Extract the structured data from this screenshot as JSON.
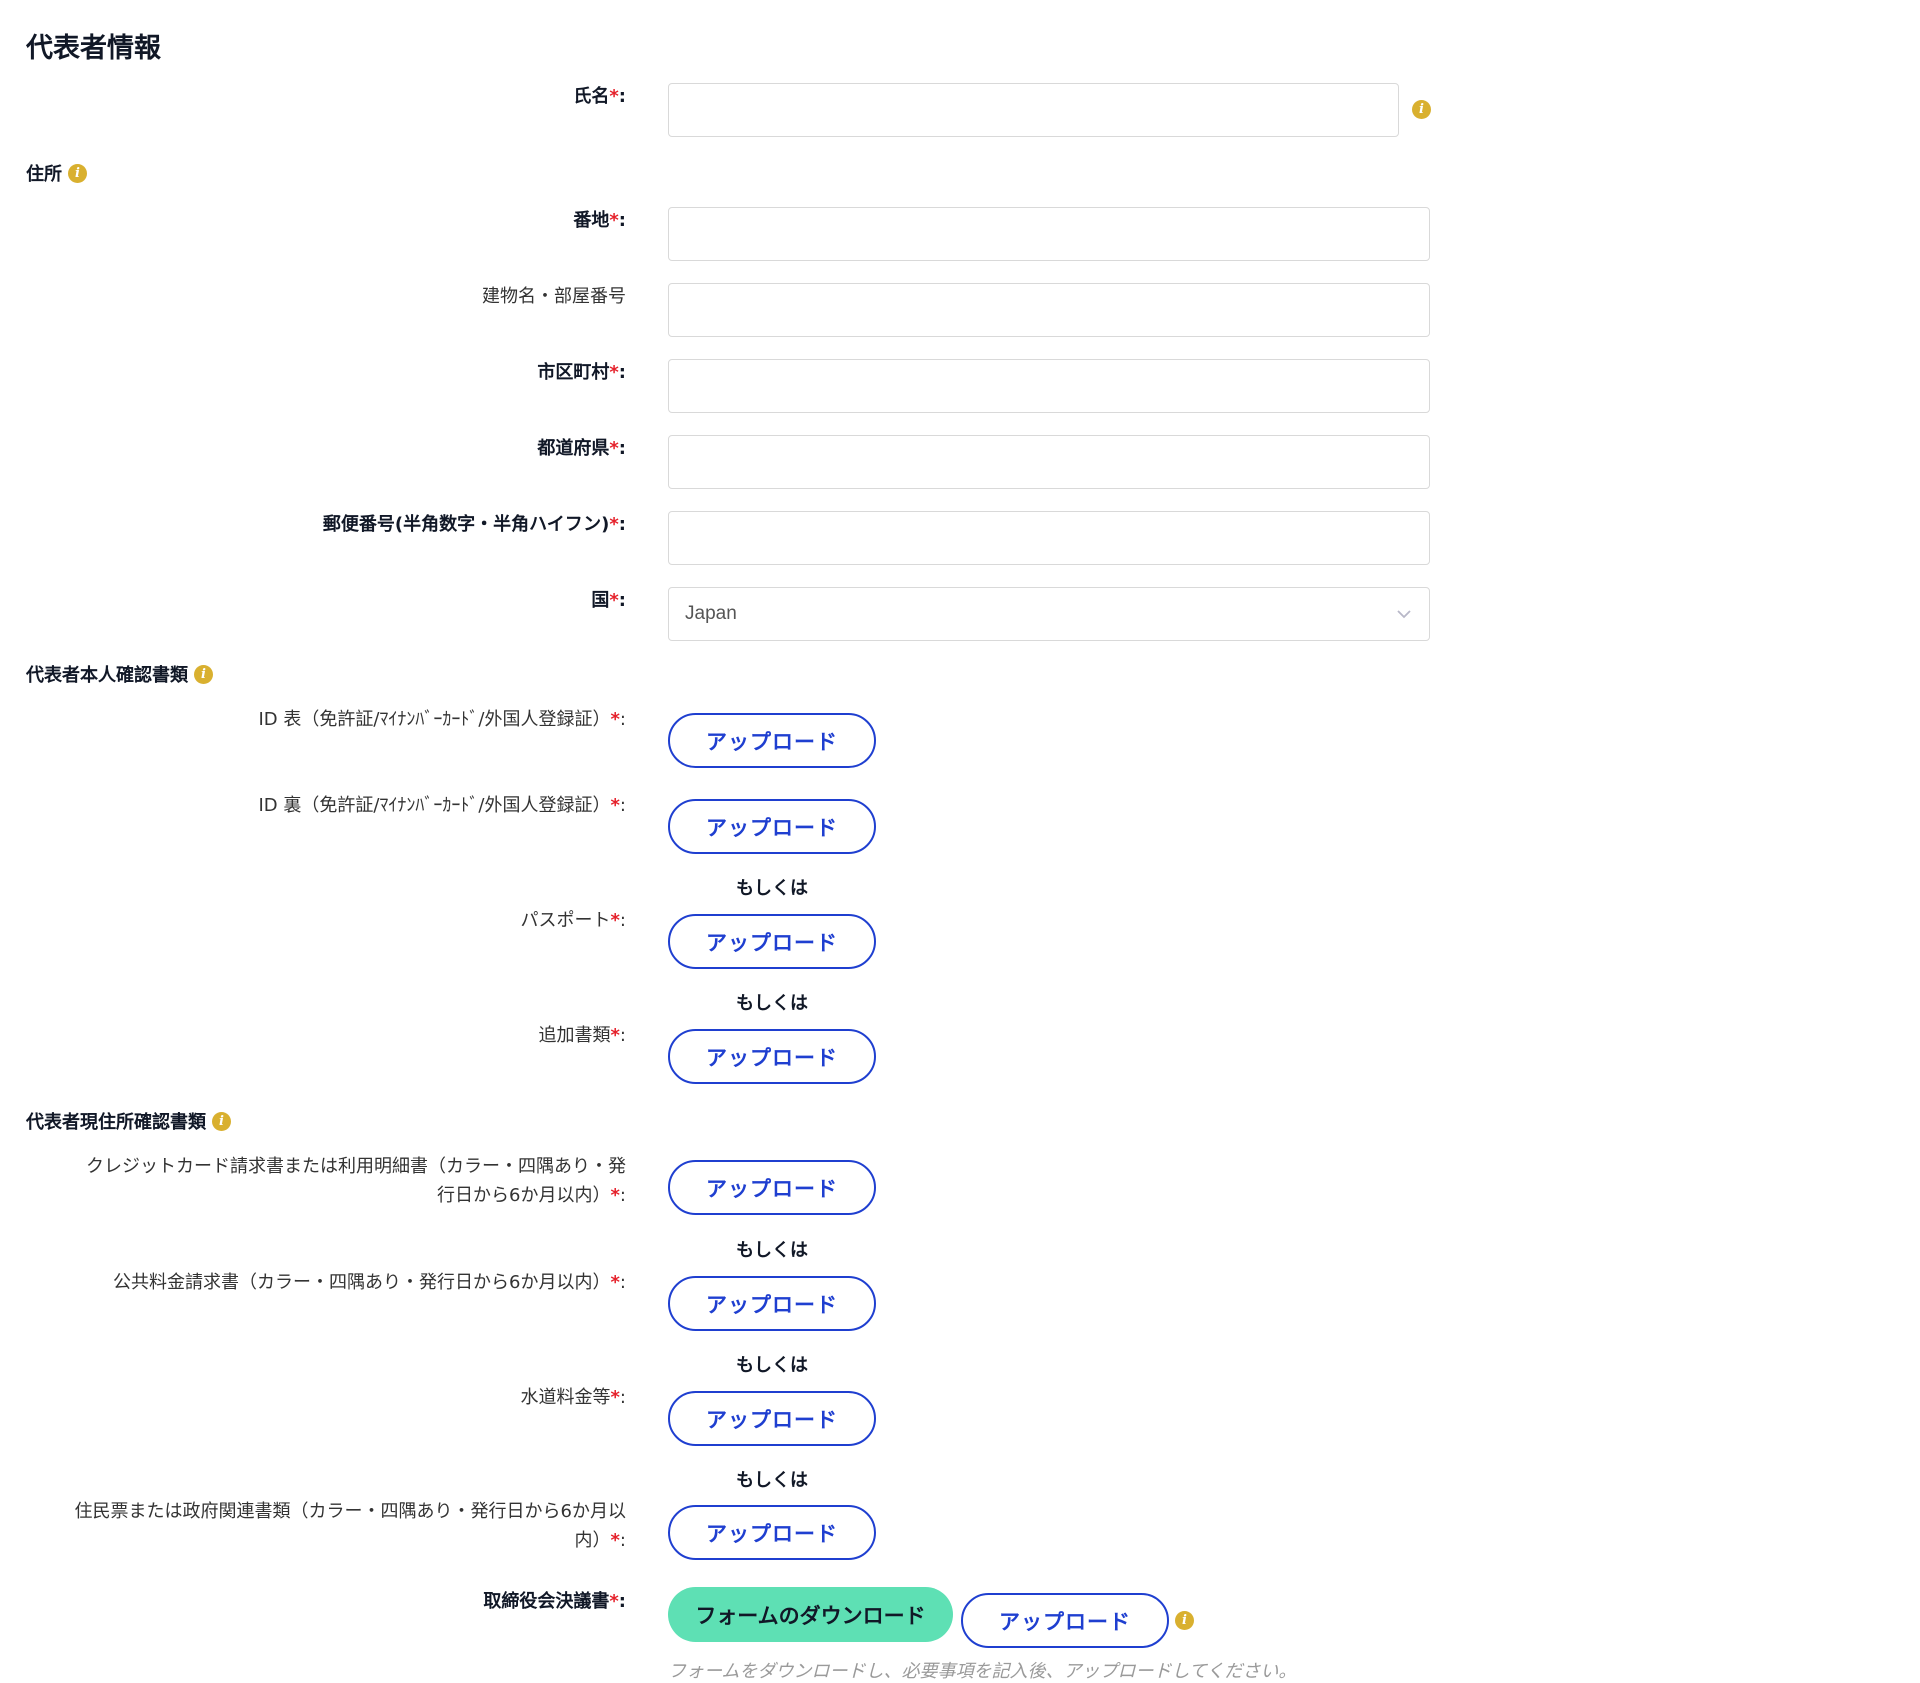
{
  "section_title": "代表者情報",
  "name_field": {
    "label": "氏名",
    "required_mark": "*",
    "colon": ":",
    "value": ""
  },
  "address_group": {
    "title": "住所",
    "info_icon": "info-icon"
  },
  "address_fields": {
    "street": {
      "label": "番地",
      "required_mark": "*",
      "colon": ":",
      "value": ""
    },
    "building": {
      "label": "建物名・部屋番号",
      "value": ""
    },
    "city": {
      "label": "市区町村",
      "required_mark": "*",
      "colon": ":",
      "value": ""
    },
    "prefecture": {
      "label": "都道府県",
      "required_mark": "*",
      "colon": ":",
      "value": ""
    },
    "postal": {
      "label": "郵便番号(半角数字・半角ハイフン)",
      "required_mark": "*",
      "colon": ":",
      "value": ""
    },
    "country": {
      "label": "国",
      "required_mark": "*",
      "colon": ":",
      "selected": "Japan"
    }
  },
  "id_group": {
    "title": "代表者本人確認書類",
    "info_icon": "info-icon"
  },
  "id_docs": {
    "id_front": {
      "label": "ID 表（免許証/ﾏｲﾅﾝﾊﾞｰｶｰﾄﾞ/外国人登録証）",
      "required_mark": "*",
      "colon": ":"
    },
    "id_back": {
      "label": "ID 裏（免許証/ﾏｲﾅﾝﾊﾞｰｶｰﾄﾞ/外国人登録証）",
      "required_mark": "*",
      "colon": ":"
    },
    "passport": {
      "label": "パスポート",
      "required_mark": "*",
      "colon": ":"
    },
    "additional": {
      "label": "追加書類",
      "required_mark": "*",
      "colon": ":"
    }
  },
  "address_proof_group": {
    "title": "代表者現住所確認書類",
    "info_icon": "info-icon"
  },
  "address_docs": {
    "credit_card_line1": "クレジットカード請求書または利用明細書（カラー・四隅あり・発",
    "credit_card_line2": "行日から6か月以内）",
    "credit_card_req": "*",
    "credit_card_colon": ":",
    "utility": {
      "label": "公共料金請求書（カラー・四隅あり・発行日から6か月以内）",
      "required_mark": "*",
      "colon": ":"
    },
    "water": {
      "label": "水道料金等",
      "required_mark": "*",
      "colon": ":"
    },
    "resident_line1": "住民票または政府関連書類（カラー・四隅あり・発行日から6か月以",
    "resident_line2": "内）",
    "resident_req": "*",
    "resident_colon": ":"
  },
  "board_resolution": {
    "label": "取締役会決議書",
    "required_mark": "*",
    "colon": ":",
    "download_label": "フォームのダウンロード",
    "hint": "フォームをダウンロードし、必要事項を記入後、アップロードしてください。"
  },
  "upload_label": "アップロード",
  "or_label": "もしくは",
  "colors": {
    "accent_blue": "#1f3fd0",
    "required_red": "#e5212b",
    "info_gold": "#d9b02f",
    "download_green": "#5ee0b4"
  }
}
